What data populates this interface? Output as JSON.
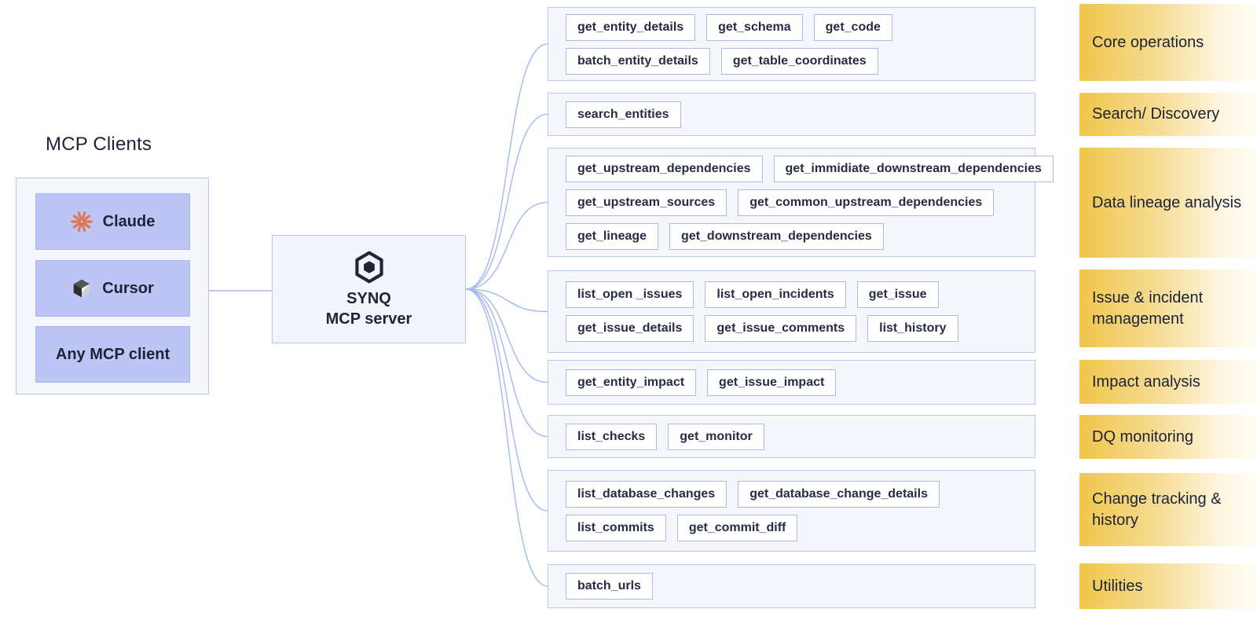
{
  "clients": {
    "panel_title": "MCP Clients",
    "items": [
      {
        "label": "Claude",
        "icon": "claude-starburst-icon"
      },
      {
        "label": "Cursor",
        "icon": "cursor-cube-icon"
      },
      {
        "label": "Any MCP client",
        "icon": ""
      }
    ]
  },
  "server": {
    "icon": "synq-hexagon-icon",
    "name_line1": "SYNQ",
    "name_line2": "MCP server"
  },
  "groups": [
    {
      "category": "Core operations",
      "rows": [
        [
          "get_entity_details",
          "get_schema",
          "get_code"
        ],
        [
          "batch_entity_details",
          "get_table_coordinates"
        ]
      ]
    },
    {
      "category": "Search/ Discovery",
      "rows": [
        [
          "search_entities"
        ]
      ]
    },
    {
      "category": "Data lineage analysis",
      "rows": [
        [
          "get_upstream_dependencies",
          "get_immidiate_downstream_dependencies"
        ],
        [
          "get_upstream_sources",
          "get_common_upstream_dependencies"
        ],
        [
          "get_lineage",
          "get_downstream_dependencies"
        ]
      ]
    },
    {
      "category": "Issue & incident management",
      "rows": [
        [
          "list_open _issues",
          "list_open_incidents",
          "get_issue"
        ],
        [
          "get_issue_details",
          "get_issue_comments",
          "list_history"
        ]
      ]
    },
    {
      "category": "Impact analysis",
      "rows": [
        [
          "get_entity_impact",
          "get_issue_impact"
        ]
      ]
    },
    {
      "category": "DQ monitoring",
      "rows": [
        [
          "list_checks",
          "get_monitor"
        ]
      ]
    },
    {
      "category": "Change tracking & history",
      "rows": [
        [
          "list_database_changes",
          "get_database_change_details"
        ],
        [
          "list_commits",
          "get_commit_diff"
        ]
      ]
    },
    {
      "category": "Utilities",
      "rows": [
        [
          "batch_urls"
        ]
      ]
    }
  ],
  "colors": {
    "accent_gold": "#f0c64b",
    "connector_blue": "#a9bcf0",
    "client_fill": "#bdc5f4",
    "panel_bg": "#f5f7fd",
    "panel_border": "#b7c3f1",
    "tool_box_border": "#a9bbee",
    "text_ink": "#1e2337",
    "claude_orange": "#dd7958",
    "server_logo_ink": "#262236"
  }
}
